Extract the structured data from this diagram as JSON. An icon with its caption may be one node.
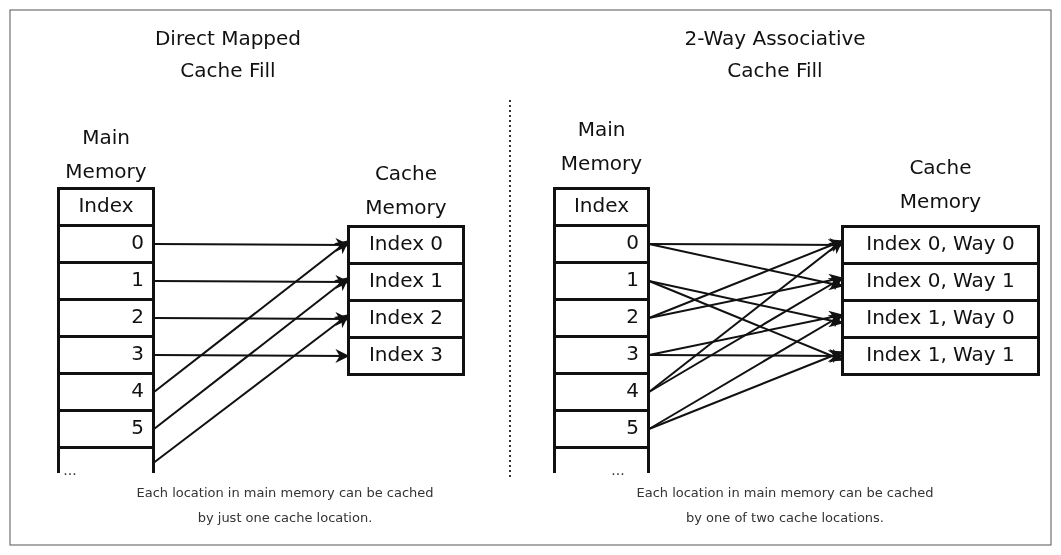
{
  "diagram": {
    "nodes": [
      {
        "text": [
          "Main Memory"
        ]
      },
      {
        "text": [
          "Index"
        ],
        "in": 0
      },
      {
        "text": [
          "0"
        ],
        "in": 0
      },
      {
        "text": [
          "1"
        ],
        "in": 0
      },
      {
        "text": [
          "2"
        ],
        "in": 0
      },
      {
        "text": [
          "3"
        ],
        "in": 0
      },
      {
        "text": [
          "4"
        ],
        "in": 0
      },
      {
        "text": [
          "5"
        ],
        "in": 0
      },
      {
        "text": [],
        "shape": "box",
        "in": 0
      },
      {
        "text": [
          "Cache Memory"
        ]
      },
      {
        "text": [
          "Index 0"
        ],
        "in": 9
      },
      {
        "text": [
          "Index 1"
        ],
        "in": 9
      },
      {
        "text": [
          "Index 2"
        ],
        "in": 9
      },
      {
        "text": [
          "Index 3"
        ],
        "in": 9
      },
      {
        "text": [
          "Main Memory"
        ]
      },
      {
        "text": [
          "Index"
        ],
        "in": 14
      },
      {
        "text": [
          "0"
        ],
        "in": 14
      },
      {
        "text": [
          "1"
        ],
        "in": 14
      },
      {
        "text": [
          "2"
        ],
        "in": 14
      },
      {
        "text": [
          "3"
        ],
        "in": 14
      },
      {
        "text": [
          "4"
        ],
        "in": 14
      },
      {
        "text": [
          "5"
        ],
        "in": 14
      },
      {
        "text": [],
        "shape": "box",
        "in": 14
      },
      {
        "text": [
          "Cache Memory"
        ]
      },
      {
        "text": [
          "Index 0, Way 0"
        ],
        "in": 23
      },
      {
        "text": [
          "Index 0, Way 1"
        ],
        "in": 23
      },
      {
        "text": [
          "Index 1, Way 0"
        ],
        "in": 23
      },
      {
        "text": [
          "Index 1, Way 1"
        ],
        "in": 23
      }
    ],
    "edges": [
      {
        "from": 2,
        "to": 10,
        "arrow": "to"
      },
      {
        "from": 3,
        "to": 11,
        "arrow": "to"
      },
      {
        "from": 4,
        "to": 12,
        "arrow": "to"
      },
      {
        "from": 5,
        "to": 13,
        "arrow": "to"
      },
      {
        "from": 6,
        "to": 10,
        "arrow": "to"
      },
      {
        "from": 7,
        "to": 11,
        "arrow": "to"
      },
      {
        "from": 8,
        "to": 12,
        "arrow": "to"
      },
      {
        "from": 16,
        "to": 24,
        "arrow": "to"
      },
      {
        "from": 16,
        "to": 25,
        "arrow": "to"
      },
      {
        "from": 17,
        "to": 26,
        "arrow": "to"
      },
      {
        "from": 17,
        "to": 27,
        "arrow": "to"
      },
      {
        "from": 18,
        "to": 24,
        "arrow": "to"
      },
      {
        "from": 18,
        "to": 25,
        "arrow": "to"
      },
      {
        "from": 19,
        "to": 26,
        "arrow": "to"
      },
      {
        "from": 19,
        "to": 27,
        "arrow": "to"
      },
      {
        "from": 20,
        "to": 24,
        "arrow": "to"
      },
      {
        "from": 20,
        "to": 25,
        "arrow": "to"
      },
      {
        "from": 21,
        "to": 26,
        "arrow": "to"
      },
      {
        "from": 21,
        "to": 27,
        "arrow": "to"
      }
    ],
    "labels": [
      "Direct Mapped Cache Fill",
      "2-Way Associative Cache Fill",
      "...",
      "Each location in main memory can be cached by just one cache location.",
      "...",
      "Each location in main memory can be cached by one of two cache locations."
    ]
  }
}
